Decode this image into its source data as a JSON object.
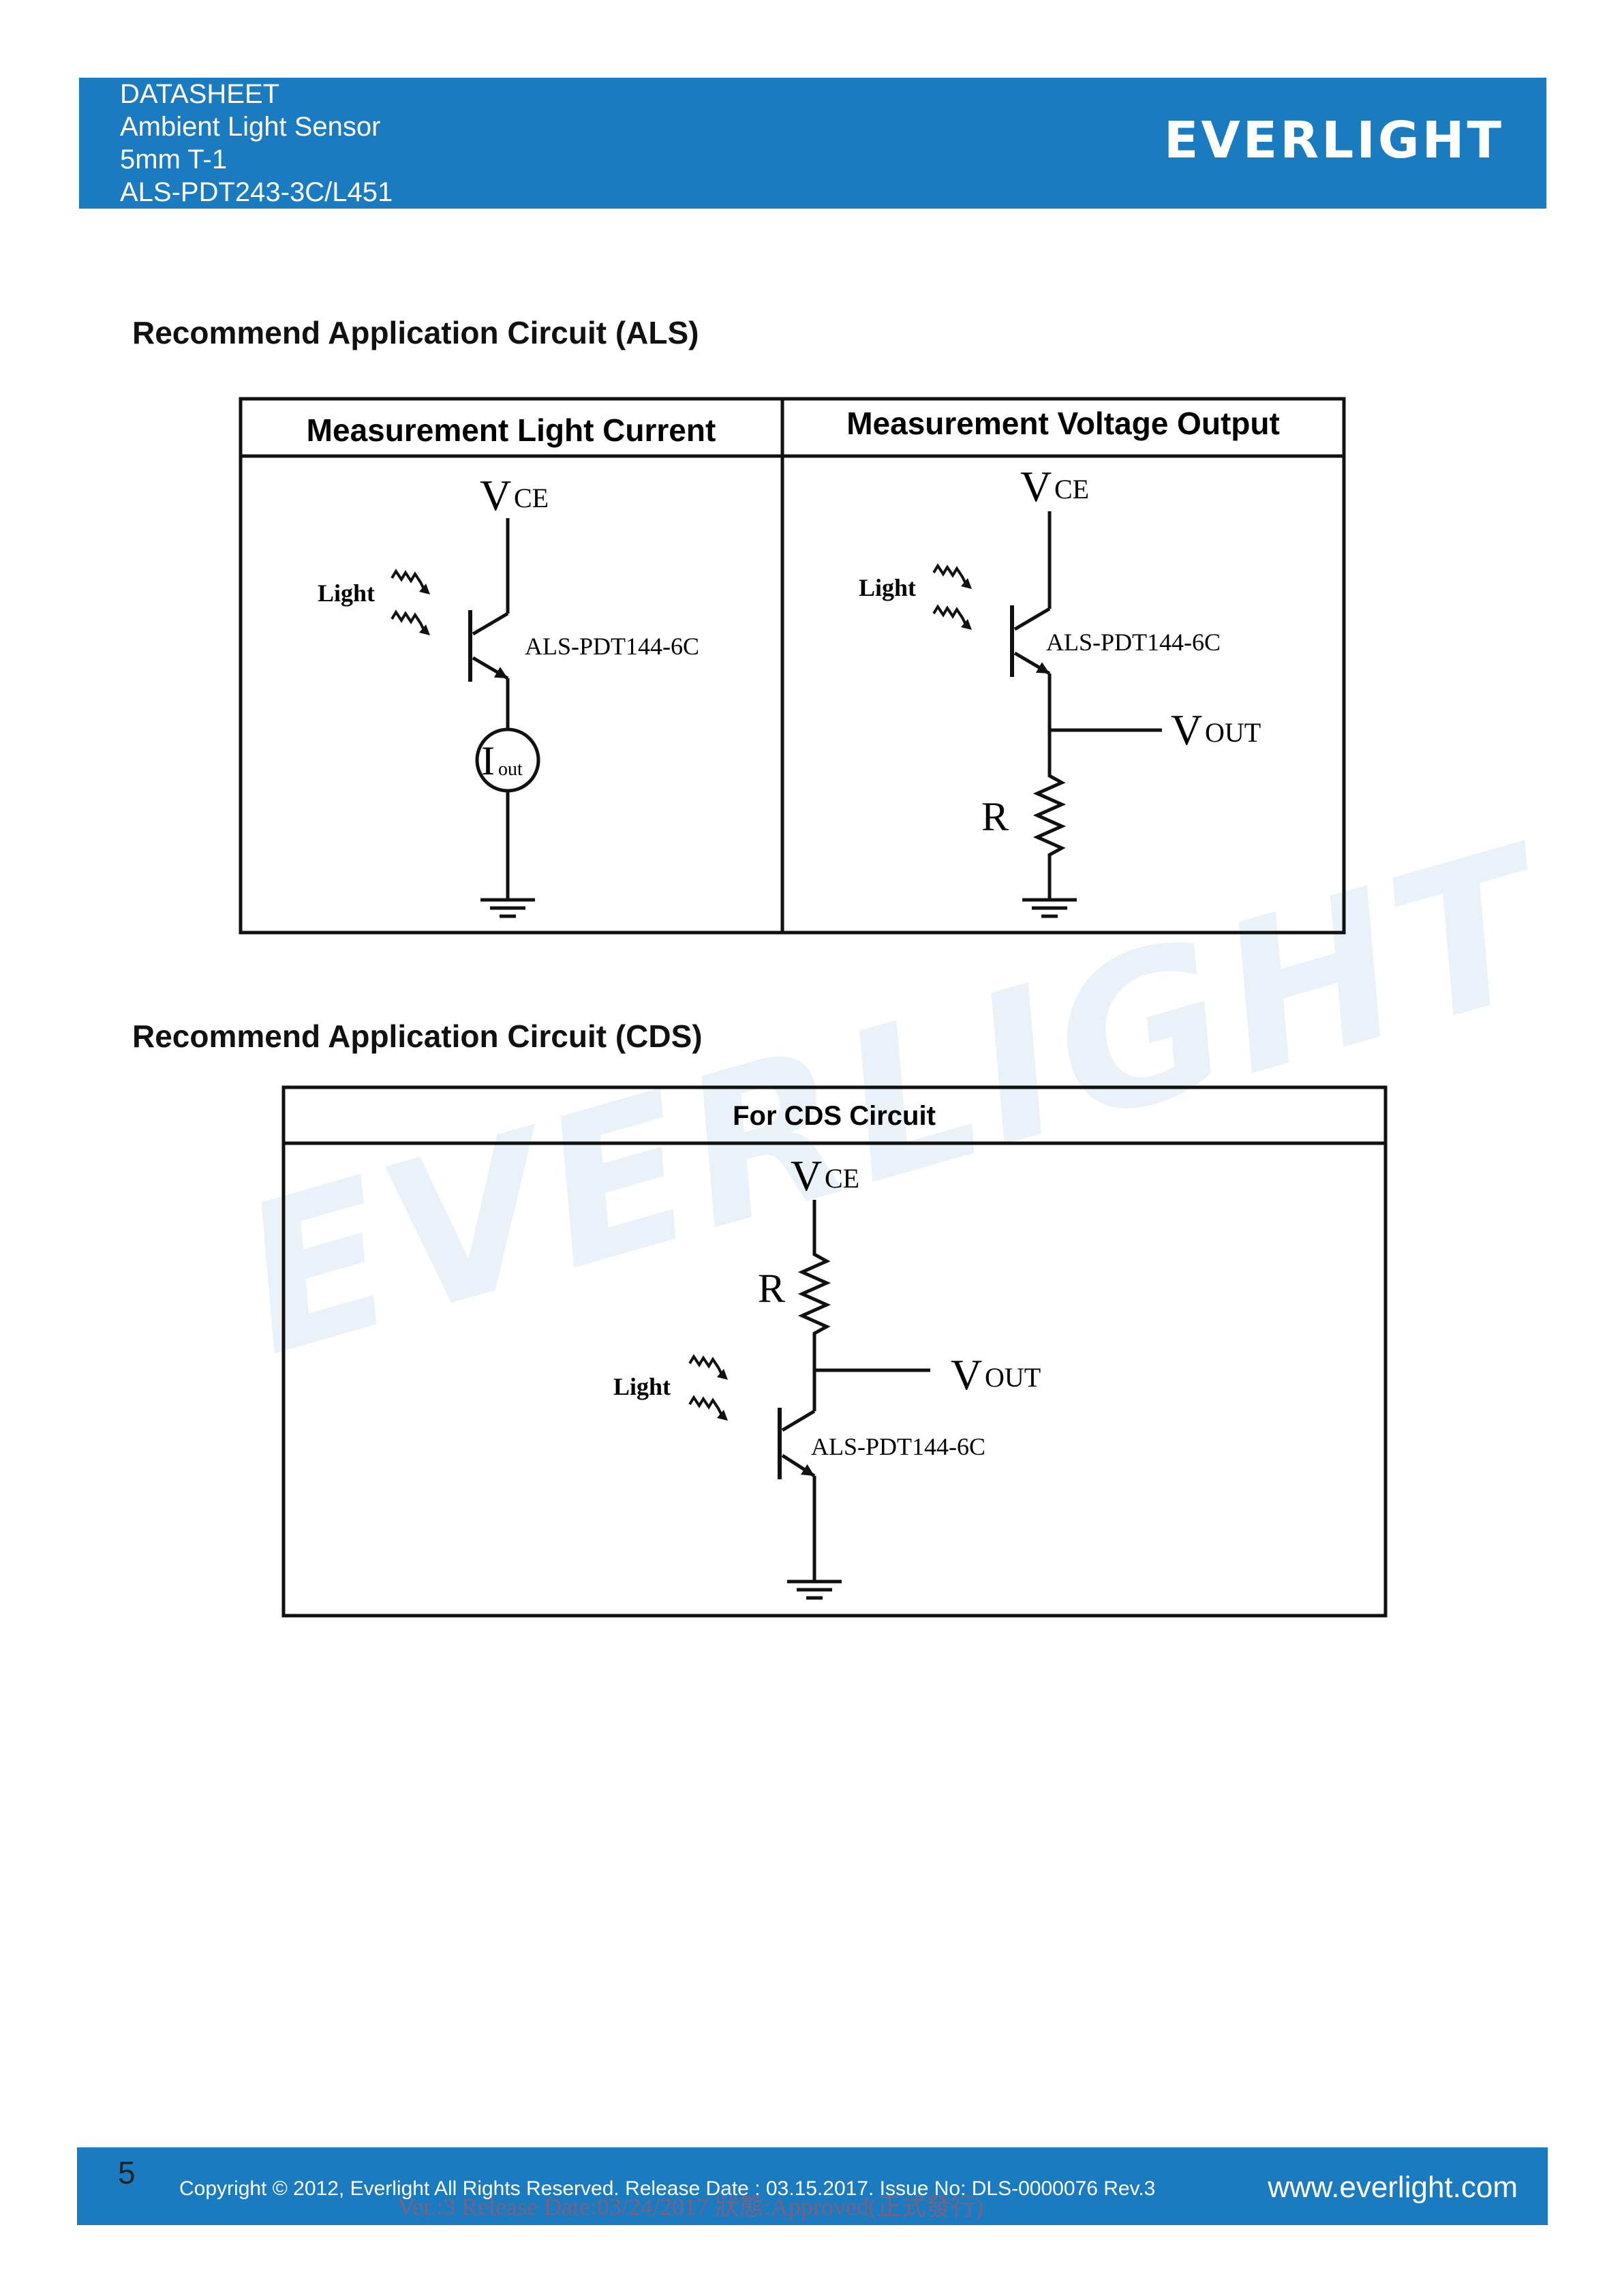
{
  "header": {
    "lines": [
      "DATASHEET",
      "Ambient Light Sensor",
      "5mm T-1",
      "ALS-PDT243-3C/L451"
    ],
    "logo": "EVERLIGHT"
  },
  "sections": {
    "als_title": "Recommend Application Circuit (ALS)",
    "cds_title": "Recommend Application Circuit (CDS)"
  },
  "als_table": {
    "col1_header": "Measurement Light Current",
    "col2_header": "Measurement Voltage Output"
  },
  "cds_table": {
    "header": "For CDS Circuit"
  },
  "circuit_labels": {
    "v_main": "V",
    "vce_sub": "CE",
    "vout_sub": "OUT",
    "light": "Light",
    "part": "ALS-PDT144-6C",
    "i_main": "I",
    "i_sub": "out",
    "resistor": "R"
  },
  "watermark": "EVERLIGHT",
  "footer": {
    "page_number": "5",
    "copyright": "Copyright © 2012, Everlight All Rights Reserved. Release Date : 03.15.2017. Issue No: DLS-0000076     Rev.3",
    "website": "www.everlight.com",
    "stamp": "Ver.:3    Release Date:03/24/2017    狀態:Approved(正式發行)"
  },
  "colors": {
    "brand_blue": "#1a7bc0",
    "stamp_red": "#c84e4e"
  }
}
